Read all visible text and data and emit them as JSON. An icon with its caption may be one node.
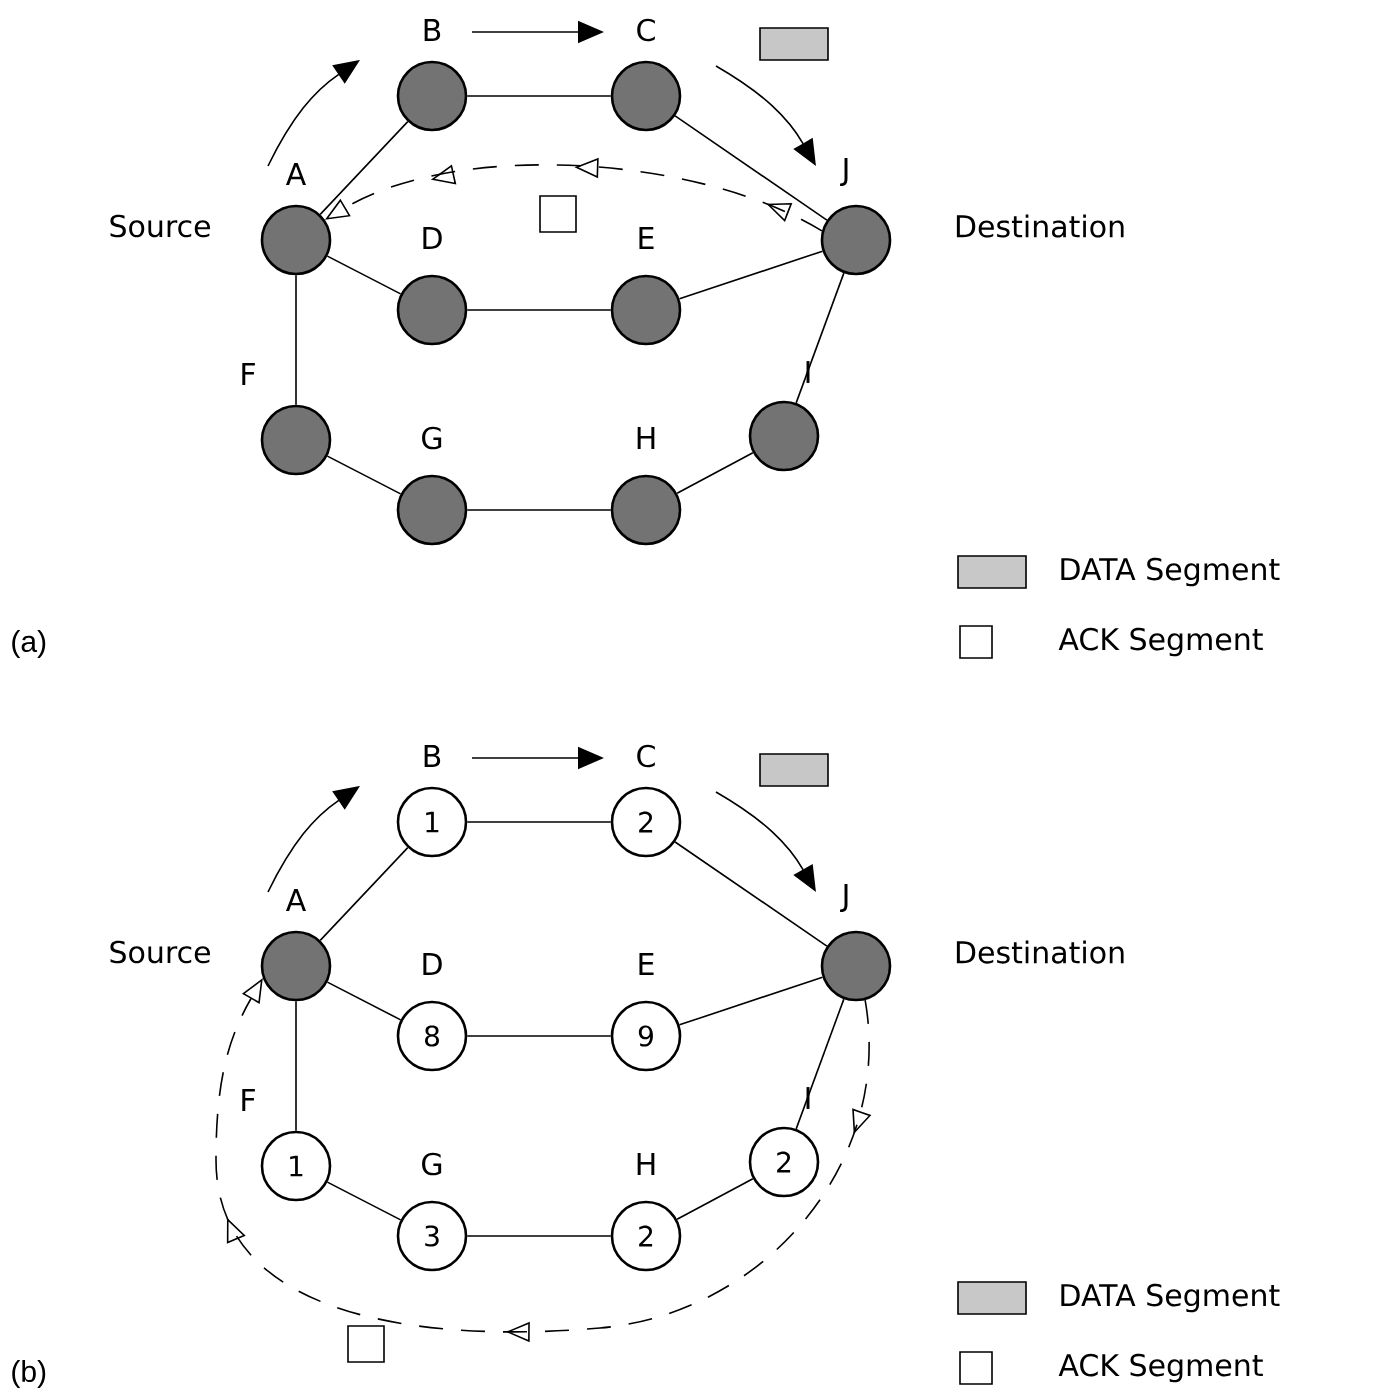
{
  "diagram": {
    "nodes": [
      {
        "text": [],
        "shape": "circle",
        "beside": [
          "A",
          "Source"
        ]
      },
      {
        "text": [],
        "shape": "circle",
        "beside": [
          "B"
        ]
      },
      {
        "text": [],
        "shape": "circle",
        "beside": [
          "C"
        ]
      },
      {
        "text": [],
        "shape": "circle",
        "beside": [
          "D"
        ]
      },
      {
        "text": [],
        "shape": "circle",
        "beside": [
          "E"
        ]
      },
      {
        "text": [],
        "shape": "circle",
        "beside": [
          "F"
        ]
      },
      {
        "text": [],
        "shape": "circle",
        "beside": [
          "G"
        ]
      },
      {
        "text": [],
        "shape": "circle",
        "beside": [
          "H"
        ]
      },
      {
        "text": [],
        "shape": "circle",
        "beside": [
          "I"
        ]
      },
      {
        "text": [],
        "shape": "circle",
        "beside": [
          "J",
          "Destination"
        ]
      },
      {
        "text": [],
        "shape": "circle",
        "beside": [
          "A",
          "Source"
        ]
      },
      {
        "text": [
          "1"
        ],
        "beside": [
          "B"
        ]
      },
      {
        "text": [
          "2"
        ],
        "beside": [
          "C"
        ]
      },
      {
        "text": [
          "8"
        ],
        "beside": [
          "D"
        ]
      },
      {
        "text": [
          "9"
        ],
        "beside": [
          "E"
        ]
      },
      {
        "text": [
          "1"
        ],
        "beside": [
          "F"
        ]
      },
      {
        "text": [
          "3"
        ],
        "beside": [
          "G"
        ]
      },
      {
        "text": [
          "2"
        ],
        "beside": [
          "H"
        ]
      },
      {
        "text": [
          "2"
        ],
        "beside": [
          "I"
        ]
      },
      {
        "text": [],
        "shape": "circle",
        "beside": [
          "J",
          "Destination"
        ]
      }
    ],
    "edges": [
      {
        "from": 0,
        "to": 1,
        "arrow": "none"
      },
      {
        "from": 1,
        "to": 2,
        "arrow": "none"
      },
      {
        "from": 2,
        "to": 9,
        "arrow": "none"
      },
      {
        "from": 0,
        "to": 3,
        "arrow": "none"
      },
      {
        "from": 3,
        "to": 4,
        "arrow": "none"
      },
      {
        "from": 4,
        "to": 9,
        "arrow": "none"
      },
      {
        "from": 0,
        "to": 5,
        "arrow": "none"
      },
      {
        "from": 5,
        "to": 6,
        "arrow": "none"
      },
      {
        "from": 6,
        "to": 7,
        "arrow": "none"
      },
      {
        "from": 7,
        "to": 8,
        "arrow": "none"
      },
      {
        "from": 8,
        "to": 9,
        "arrow": "none"
      },
      {
        "from": 9,
        "to": 0,
        "arrow": "to",
        "style": "dashed"
      },
      {
        "from": 10,
        "to": 11,
        "arrow": "none"
      },
      {
        "from": 11,
        "to": 12,
        "arrow": "none"
      },
      {
        "from": 12,
        "to": 19,
        "arrow": "none"
      },
      {
        "from": 10,
        "to": 13,
        "arrow": "none"
      },
      {
        "from": 13,
        "to": 14,
        "arrow": "none"
      },
      {
        "from": 14,
        "to": 19,
        "arrow": "none"
      },
      {
        "from": 10,
        "to": 15,
        "arrow": "none"
      },
      {
        "from": 15,
        "to": 16,
        "arrow": "none"
      },
      {
        "from": 16,
        "to": 17,
        "arrow": "none"
      },
      {
        "from": 17,
        "to": 18,
        "arrow": "none"
      },
      {
        "from": 18,
        "to": 19,
        "arrow": "none"
      },
      {
        "from": 19,
        "to": 10,
        "arrow": "to",
        "style": "dashed"
      }
    ],
    "labels": [
      "(a)",
      "(b)"
    ],
    "legend": [
      {
        "text": "DATA Segment",
        "color": "#c8c8c8"
      },
      {
        "text": "ACK Segment"
      },
      {
        "text": "DATA Segment",
        "color": "#c8c8c8"
      },
      {
        "text": "ACK Segment"
      }
    ]
  }
}
